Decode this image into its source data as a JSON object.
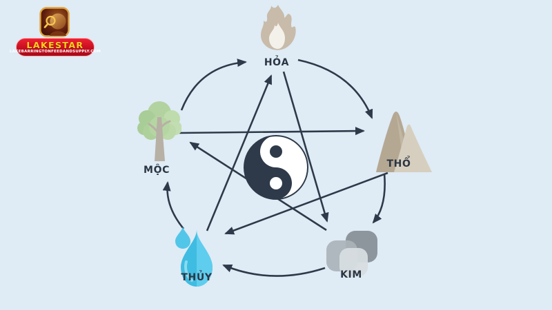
{
  "page": {
    "background_color": "#dfebf5"
  },
  "logo": {
    "brand": "LAKESTAR",
    "website": "LAKEBARRINGTONFEEDANDSUPPLY.COM",
    "colors": {
      "pill": "#c60e20",
      "brand_text": "#ffd21d",
      "website_text": "#ffffff"
    }
  },
  "diagram": {
    "center_symbol": "yin-yang",
    "arrow_color": "#2e3a49",
    "elements": [
      {
        "id": "hoa",
        "label": "HỎA",
        "icon": "flame-icon",
        "color": "#c8bbaa"
      },
      {
        "id": "tho",
        "label": "THỔ",
        "icon": "mountain-icon",
        "color": "#b5a893"
      },
      {
        "id": "kim",
        "label": "KIM",
        "icon": "metal-icon",
        "color": "#8d969c"
      },
      {
        "id": "thuy",
        "label": "THỦY",
        "icon": "water-drops-icon",
        "color": "#48c1e7"
      },
      {
        "id": "moc",
        "label": "MỘC",
        "icon": "tree-icon",
        "color": "#b2d3a0"
      }
    ],
    "outer_circle_arrows": [
      "MỘC→HỎA",
      "HỎA→THỔ",
      "THỔ→KIM",
      "KIM→THỦY",
      "THỦY→MỘC"
    ],
    "star_arrows": [
      "MỘC→THỔ",
      "THỔ→THỦY",
      "THỦY→HỎA",
      "HỎA→KIM",
      "KIM→MỘC"
    ]
  }
}
